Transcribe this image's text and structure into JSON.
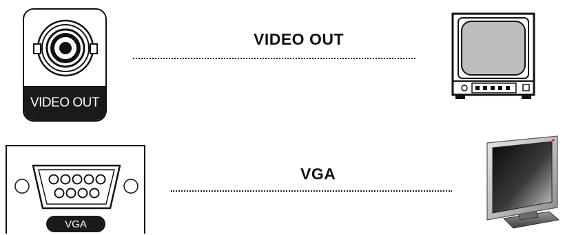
{
  "video_out": {
    "panel_label": "VIDEO OUT",
    "connection_title": "VIDEO OUT"
  },
  "vga": {
    "panel_label": "VGA",
    "connection_title": "VGA"
  }
}
